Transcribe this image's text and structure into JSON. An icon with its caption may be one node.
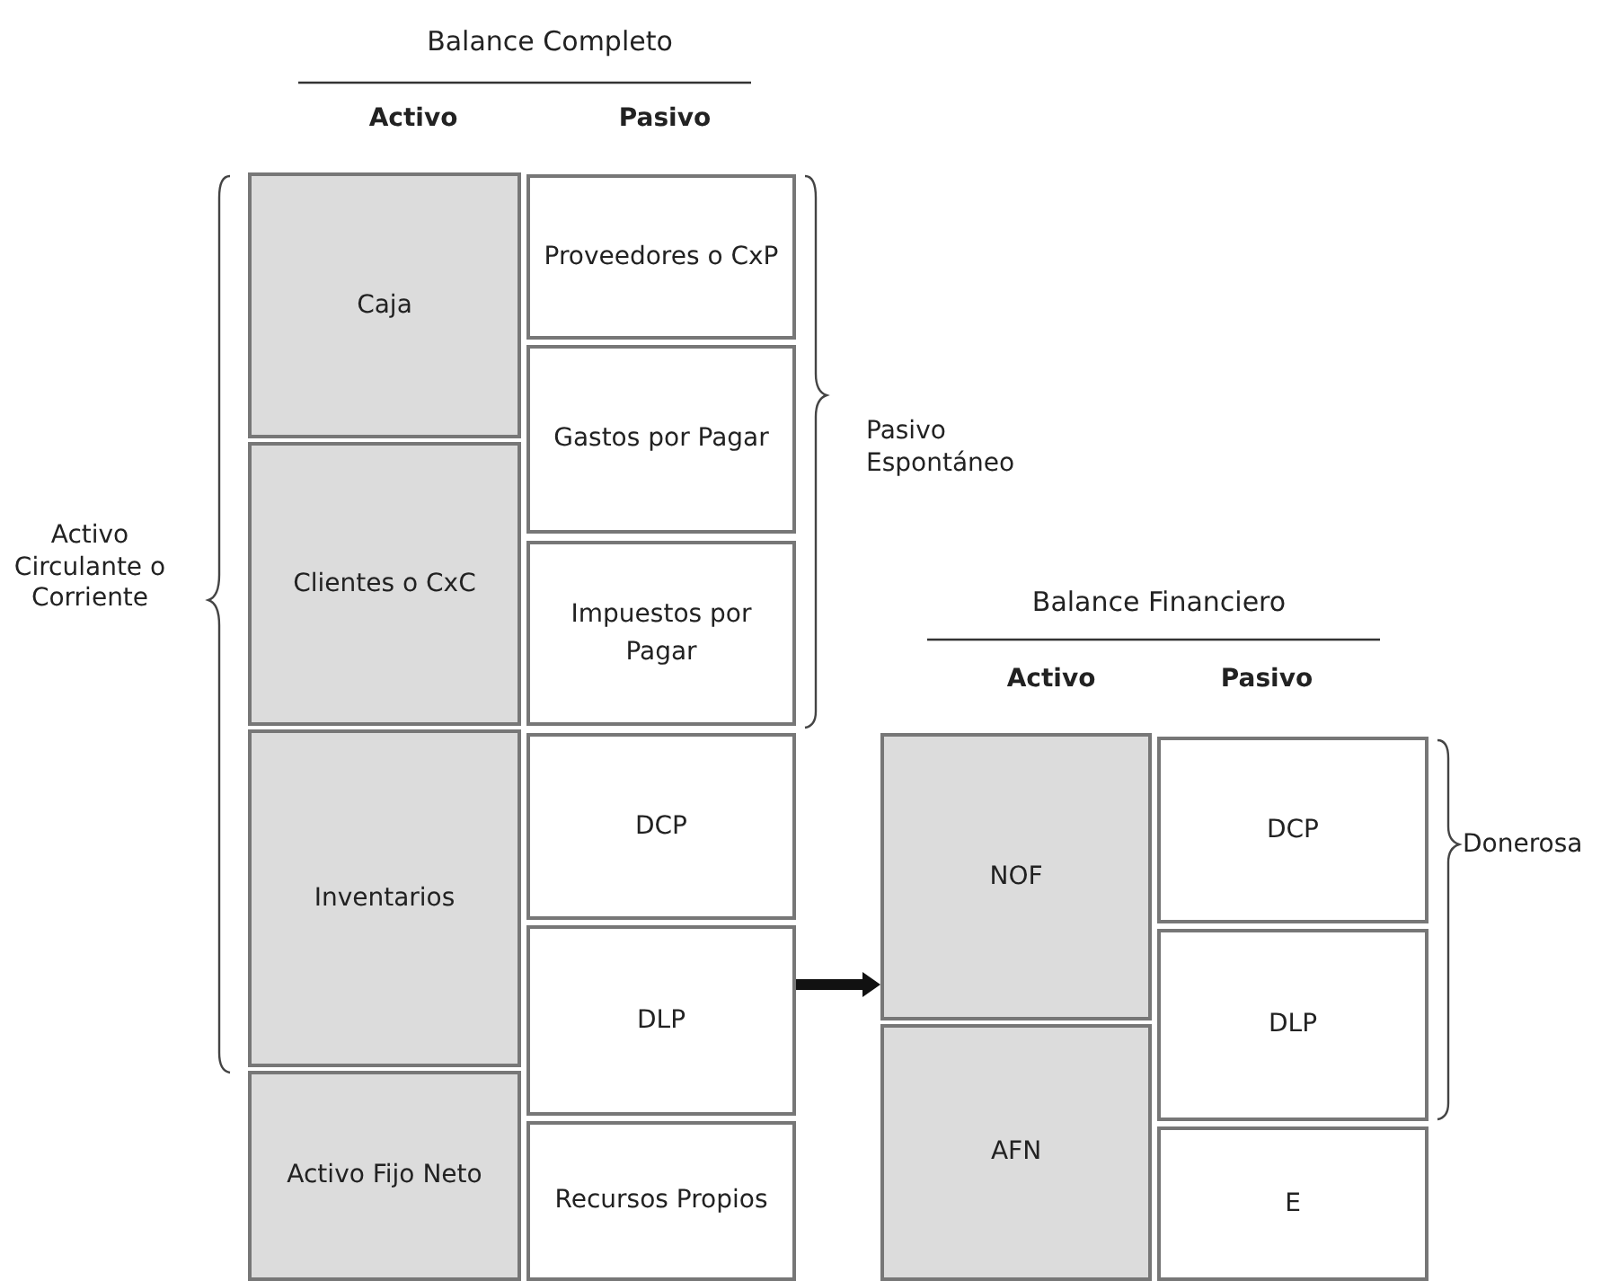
{
  "diagram": {
    "nodes": [
      {
        "text": [
          "Caja"
        ]
      },
      {
        "text": [
          "Clientes o CxC"
        ]
      },
      {
        "text": [
          "Inventarios"
        ]
      },
      {
        "text": [
          "Activo Fijo Neto"
        ]
      },
      {
        "text": [
          "Proveedores o CxP"
        ]
      },
      {
        "text": [
          "Gastos por Pagar"
        ]
      },
      {
        "text": [
          "Impuestos por Pagar"
        ]
      },
      {
        "text": [
          "DCP"
        ]
      },
      {
        "text": [
          "DLP"
        ]
      },
      {
        "text": [
          "Recursos Propios"
        ]
      },
      {
        "text": [
          "NOF"
        ]
      },
      {
        "text": [
          "AFN"
        ]
      },
      {
        "text": [
          "DCP"
        ]
      },
      {
        "text": [
          "DLP"
        ]
      },
      {
        "text": [
          "E"
        ]
      }
    ],
    "edges": [
      {
        "from": 8,
        "to": 10,
        "arrow": "to"
      }
    ],
    "labels": [
      "Balance Completo",
      "Activo",
      "Pasivo",
      "Pasivo Espontáneo",
      "Activo Circulante o Corriente",
      "Balance Financiero",
      "Activo",
      "Pasivo",
      "Donerosa"
    ]
  }
}
